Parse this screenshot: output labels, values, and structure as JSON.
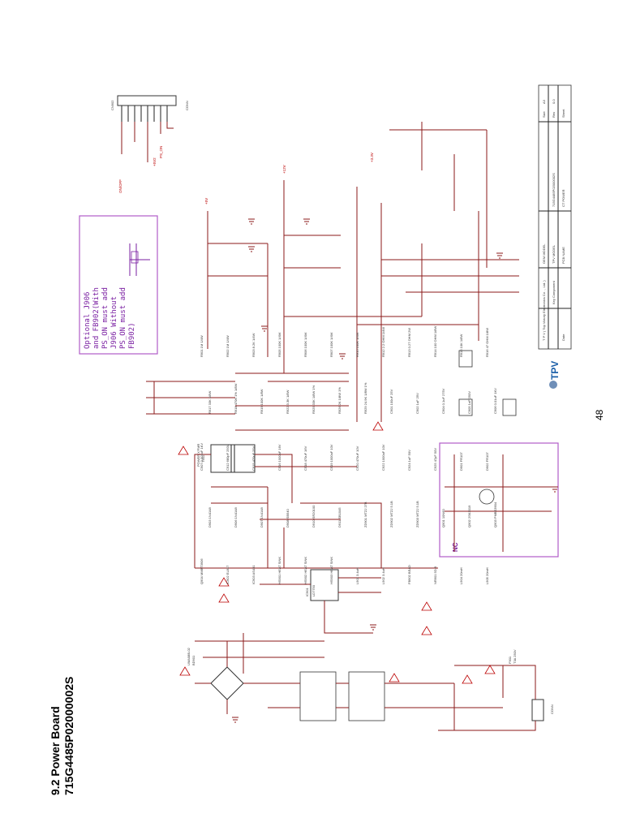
{
  "page": {
    "section_title": "9.2 Power Board",
    "part_number": "715G4485P02000002S",
    "page_number": "48"
  },
  "schematic": {
    "note_lines": [
      "Optional J906",
      "and FB902(With",
      "PS_ON must add",
      "J906 Without",
      "PS_ON must add",
      "FB902)"
    ],
    "nc_label": "NC",
    "net_labels": [
      "+12V",
      "+5V",
      "+5V2",
      "ON/OFF",
      "PS_ON",
      "+3.3V"
    ],
    "connector_ref": "CN902",
    "connector_label": "CONN",
    "input_connector_label": "CONN",
    "transformer_ref": "T901",
    "transformer_label": "POWER X'FMR",
    "controller_ref": "IC901",
    "controller_label": "LD7750",
    "bridge_ref": "BD901",
    "bridge_label": "UMA08B-02",
    "fuse_ref": "F901",
    "fuse_label": "T3A 250V",
    "components": [
      "R901 1M 1/4W",
      "R902 1M 1/4W",
      "R903 8.2K 1/4W",
      "R905 100K 1/4W",
      "R906 100K 1/4W",
      "R907 100K 1/4W",
      "R910 100K 1/4W",
      "R912 2.2 OHM 1/4W",
      "R913 0.27 OHM 2W",
      "R914 100 OHM 1/8W",
      "R915 10K 1/8W",
      "R916 47 OHM 1/8W",
      "R917 33K 1/8W",
      "R918 470K 1% 1/8W",
      "R919 100K 1/8W",
      "R922 3.3K 1/8W",
      "R925 33K 1/8W 1%",
      "R926 2K 1/8W 1%",
      "R929 24.9K 1/8W 1%",
      "C901 100uF 25V",
      "C902 1uF 25V",
      "C904 0.1uF 275V",
      "C905 1nF 250V",
      "C906 0.01uF 1KV",
      "C907 0.001uF 1KV",
      "C912 680pF 250V",
      "C915 470uF 25V",
      "C916 1000uF 16V",
      "C918 470uF 16V",
      "C919 1000uF 10V",
      "C920 470uF 10V",
      "C922 1000uF 10V",
      "C924 1uF 50V",
      "C925 47pF 50V",
      "D901 FR107",
      "D902 FR107",
      "D903 1N4148",
      "D906 1N4148",
      "D907 1N4148",
      "D908 SB540",
      "D910 SR20100",
      "D911 SB1045",
      "ZD901 MTZJ 27B",
      "ZD902 MTZJ 5.1B",
      "ZD903 MTZJ 5.1B",
      "Q901 10N60",
      "Q902 2SK3019",
      "Q903 PMBS3904",
      "Q904 MMBT3906",
      "IC902 EL817",
      "IC903 AS431",
      "HS901 HEAT SINK",
      "HS902 HEAT SINK",
      "HS903 HEAT SINK",
      "L901 3.4uH",
      "L902 3.4uH",
      "FB902 BEAD",
      "NR901 5D-9",
      "L904 20mH",
      "L905 20mH"
    ]
  },
  "title_block": {
    "company": "T P V  ( Top  Victory  Electronics  Co . ,  Ltd. )",
    "oem_model_label": "OEM MODEL",
    "tpv_model_label": "TPV MODEL",
    "pcb_name_label": "PCB NAME",
    "size_label": "Size",
    "size_value": "A3",
    "rev_label": "Rev",
    "rev_value": "0.0",
    "key_component_label": "Key Component",
    "ct_power": "CT POWER",
    "pcb_name_value": "715G4485P02000002S",
    "sheet_label": "Sheet",
    "date_label": "Date",
    "logo_text": "TPV"
  }
}
